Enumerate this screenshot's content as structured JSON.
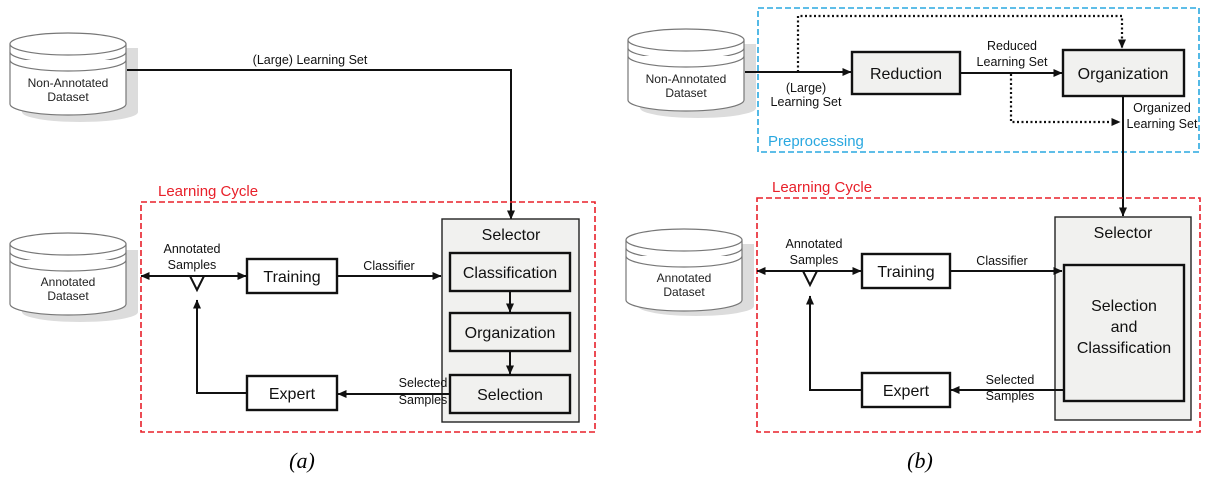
{
  "panel_a": {
    "caption": "(a)",
    "non_annotated_dataset": [
      "Non-Annotated",
      "Dataset"
    ],
    "annotated_dataset": [
      "Annotated",
      "Dataset"
    ],
    "learning_set_label": "(Large) Learning Set",
    "cycle_label": "Learning Cycle",
    "annotated_samples": [
      "Annotated",
      "Samples"
    ],
    "training": "Training",
    "classifier": "Classifier",
    "selector": "Selector",
    "classification": "Classification",
    "organization": "Organization",
    "selection": "Selection",
    "expert": "Expert",
    "selected_samples": [
      "Selected",
      "Samples"
    ]
  },
  "panel_b": {
    "caption": "(b)",
    "non_annotated_dataset": [
      "Non-Annotated",
      "Dataset"
    ],
    "annotated_dataset": [
      "Annotated",
      "Dataset"
    ],
    "large_learning_set": [
      "(Large)",
      "Learning Set"
    ],
    "reduction": "Reduction",
    "reduced_learning_set": [
      "Reduced",
      "Learning Set"
    ],
    "organization": "Organization",
    "organized_learning_set": [
      "Organized",
      "Learning Set"
    ],
    "preprocessing_label": "Preprocessing",
    "cycle_label": "Learning Cycle",
    "annotated_samples": [
      "Annotated",
      "Samples"
    ],
    "training": "Training",
    "classifier": "Classifier",
    "selector": "Selector",
    "selection_classification": [
      "Selection",
      "and",
      "Classification"
    ],
    "expert": "Expert",
    "selected_samples": [
      "Selected",
      "Samples"
    ]
  },
  "colors": {
    "learning_cycle": "#e8202a",
    "preprocessing": "#2aa8e0",
    "box_gray": "#f1f1ef"
  }
}
